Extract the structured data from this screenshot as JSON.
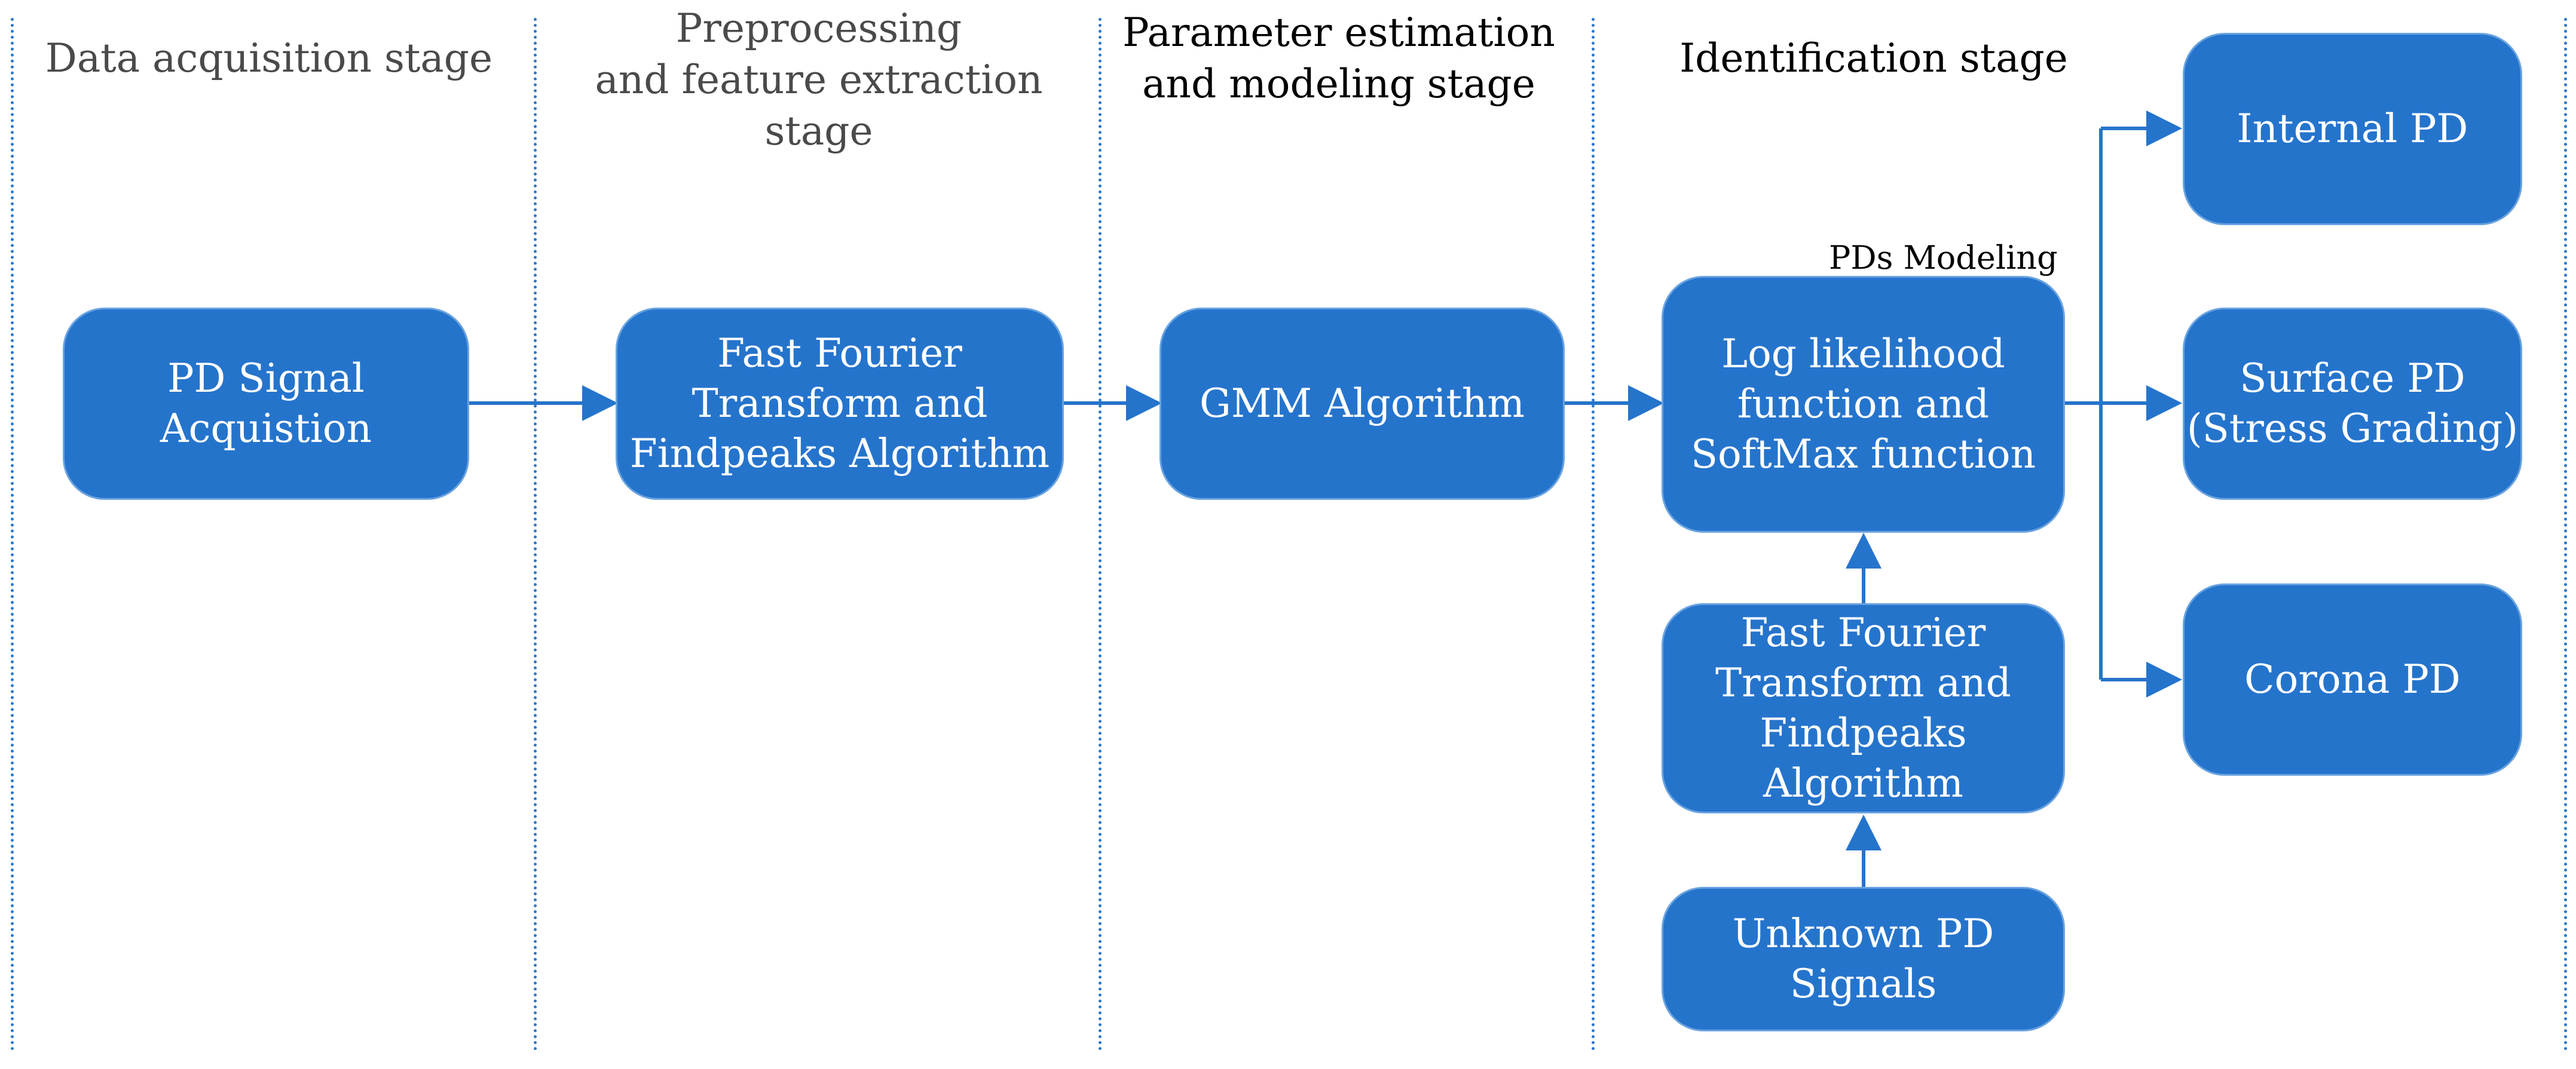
{
  "stages": {
    "data_acquisition": "Data acquisition stage",
    "preprocessing": "Preprocessing\nand  feature extraction stage",
    "parameter_estimation": "Parameter estimation\nand modeling stage",
    "identification": "Identification stage"
  },
  "boxes": {
    "pd_signal_acquisition": "PD Signal\nAcquistion",
    "fft_findpeaks_1": "Fast Fourier\nTransform and\nFindpeaks Algorithm",
    "gmm_algorithm": "GMM Algorithm",
    "log_likelihood_softmax": "Log likelihood\nfunction and\nSoftMax function",
    "fft_findpeaks_2": "Fast Fourier\nTransform and\nFindpeaks\nAlgorithm",
    "unknown_pd_signals": "Unknown PD\nSignals",
    "internal_pd": "Internal PD",
    "surface_pd": "Surface PD\n(Stress Grading)",
    "corona_pd": "Corona PD"
  },
  "labels": {
    "pds_modeling": "PDs Modeling"
  },
  "colors": {
    "box_fill": "#2574cc",
    "box_border": "#6aa3e0",
    "arrow": "#2574cc",
    "divider": "#2e78c7"
  }
}
